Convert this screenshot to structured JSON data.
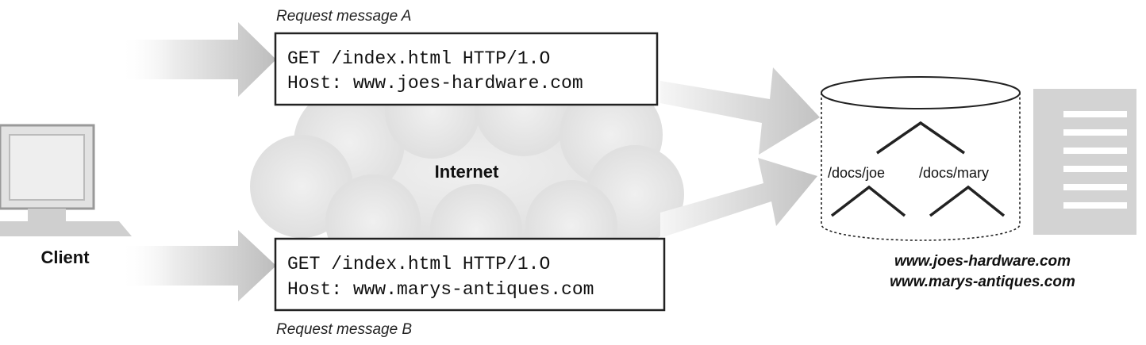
{
  "request_a": {
    "caption": "Request message A",
    "line1": "GET /index.html HTTP/1.O",
    "line2": "Host: www.joes-hardware.com"
  },
  "request_b": {
    "caption": "Request message B",
    "line1": "GET /index.html HTTP/1.O",
    "line2": "Host: www.marys-antiques.com"
  },
  "cloud": {
    "label": "Internet"
  },
  "client": {
    "label": "Client"
  },
  "server": {
    "dir_left": "/docs/joe",
    "dir_right": "/docs/mary",
    "host1": "www.joes-hardware.com",
    "host2": "www.marys-antiques.com"
  }
}
